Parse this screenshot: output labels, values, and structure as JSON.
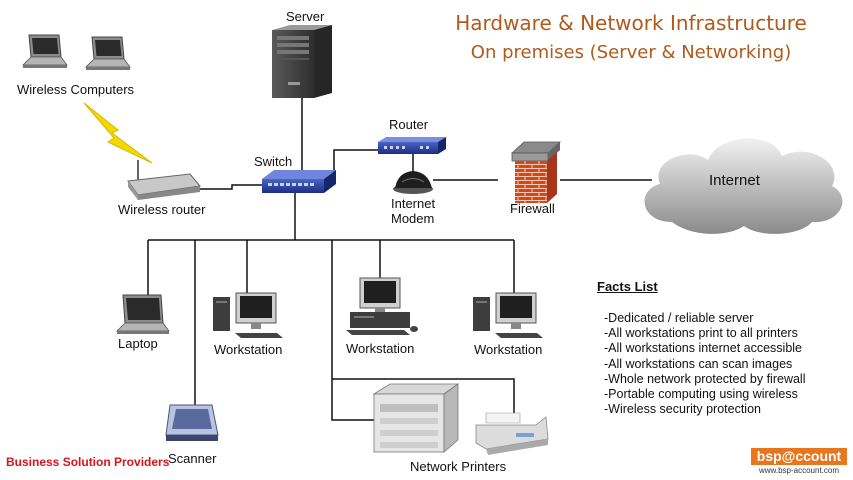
{
  "title": {
    "line1": "Hardware & Network Infrastructure",
    "line2": "On premises (Server & Networking)"
  },
  "nodes": {
    "server": "Server",
    "wireless_computers": "Wireless Computers",
    "router": "Router",
    "switch": "Switch",
    "wireless_router": "Wireless router",
    "modem_line1": "Internet",
    "modem_line2": "Modem",
    "firewall": "Firewall",
    "internet": "Internet",
    "laptop": "Laptop",
    "workstation_1": "Workstation",
    "workstation_2": "Workstation",
    "workstation_3": "Workstation",
    "scanner": "Scanner",
    "network_printers": "Network Printers"
  },
  "facts": {
    "heading": "Facts List",
    "items": [
      "-Dedicated / reliable server",
      "-All workstations print to all printers",
      "-All workstations internet accessible",
      "-All workstations can scan images",
      "-Whole network protected by firewall",
      "-Portable computing using wireless",
      "-Wireless security protection"
    ]
  },
  "footer": {
    "company": "Business Solution Providers",
    "logo_text": "bsp@ccount",
    "logo_url": "www.bsp-account.com"
  },
  "colors": {
    "title": "#b05a1c",
    "company": "#d9141b",
    "logo_bg": "#e8761c",
    "lightning": "#f5d800",
    "firewall_brick": "#d4471c"
  }
}
